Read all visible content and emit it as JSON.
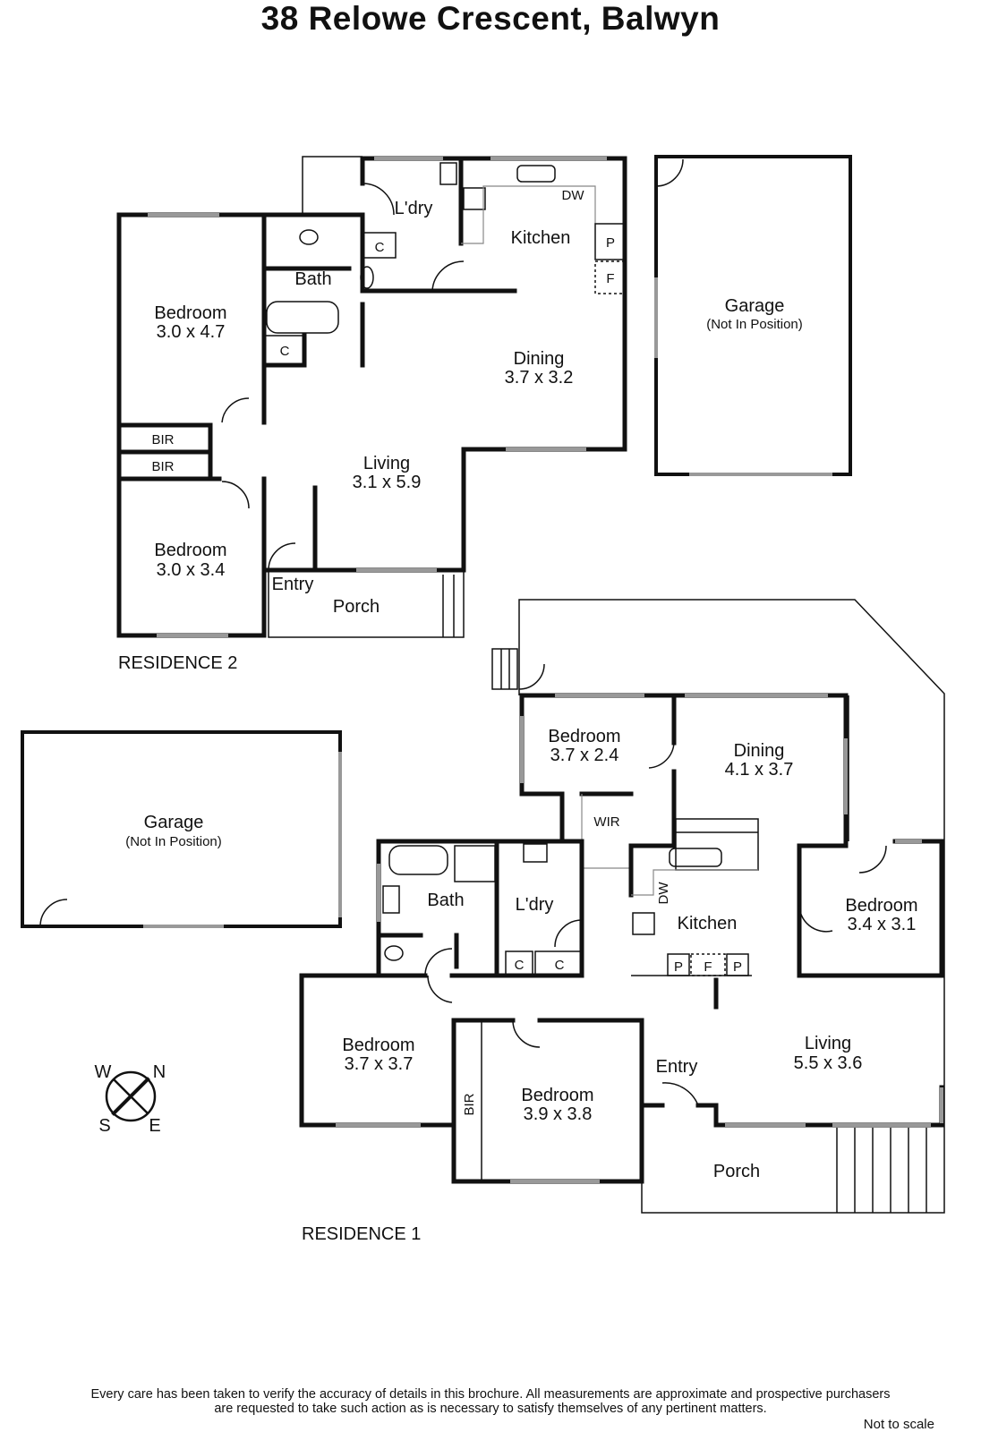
{
  "title": "38 Relowe Crescent, Balwyn",
  "residence2": {
    "label": "RESIDENCE 2",
    "rooms": {
      "laundry": "L'dry",
      "kitchen": "Kitchen",
      "dw": "DW",
      "pantry": "P",
      "fridge": "F",
      "cupboard1": "C",
      "cupboard2": "C",
      "bath": "Bath",
      "bedroom1": {
        "name": "Bedroom",
        "size": "3.0 x 4.7"
      },
      "dining": {
        "name": "Dining",
        "size": "3.7 x 3.2"
      },
      "bir1": "BIR",
      "bir2": "BIR",
      "living": {
        "name": "Living",
        "size": "3.1 x 5.9"
      },
      "bedroom2": {
        "name": "Bedroom",
        "size": "3.0 x 3.4"
      },
      "entry": "Entry",
      "porch": "Porch",
      "garage": {
        "name": "Garage",
        "note": "(Not In Position)"
      }
    }
  },
  "residence1": {
    "label": "RESIDENCE 1",
    "rooms": {
      "garage": {
        "name": "Garage",
        "note": "(Not In Position)"
      },
      "bedroom_a": {
        "name": "Bedroom",
        "size": "3.7 x 2.4"
      },
      "dining": {
        "name": "Dining",
        "size": "4.1 x 3.7"
      },
      "wir": "WIR",
      "bath": "Bath",
      "laundry": "L'dry",
      "kitchen": "Kitchen",
      "dw": "DW",
      "cupboard1": "C",
      "cupboard2": "C",
      "pantry1": "P",
      "fridge": "F",
      "pantry2": "P",
      "bedroom_b": {
        "name": "Bedroom",
        "size": "3.4 x 3.1"
      },
      "bedroom_c": {
        "name": "Bedroom",
        "size": "3.7 x 3.7"
      },
      "bir": "BIR",
      "bedroom_d": {
        "name": "Bedroom",
        "size": "3.9 x 3.8"
      },
      "entry": "Entry",
      "living": {
        "name": "Living",
        "size": "5.5 x 3.6"
      },
      "porch": "Porch"
    }
  },
  "compass": {
    "w": "W",
    "n": "N",
    "s": "S",
    "e": "E"
  },
  "footer": {
    "disclaimer_line1": "Every care has been taken to verify the accuracy of details in this brochure.  All measurements are approximate and prospective purchasers",
    "disclaimer_line2": "are requested to take such action as is necessary to satisfy themselves of any pertinent matters.",
    "not_to_scale": "Not to scale"
  }
}
